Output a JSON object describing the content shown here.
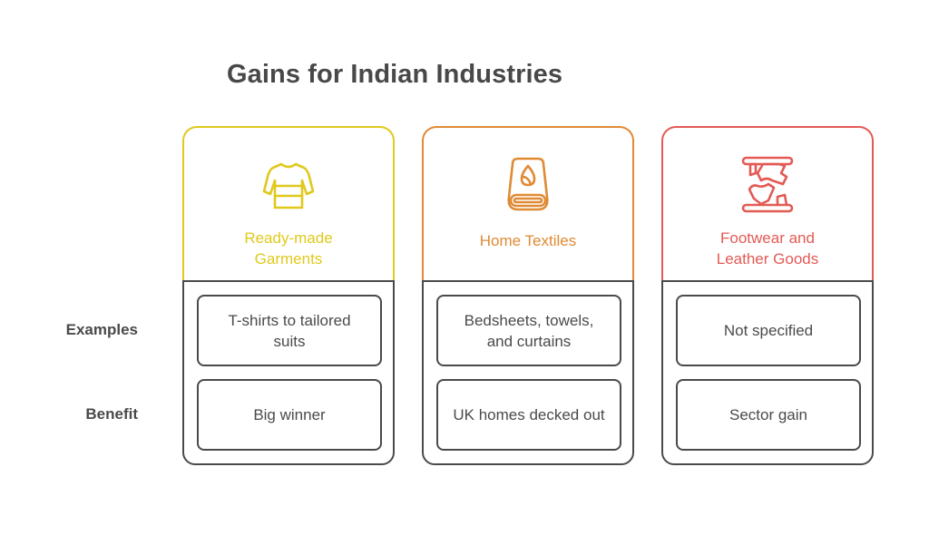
{
  "title": "Gains for Indian Industries",
  "row_labels": {
    "examples": "Examples",
    "benefit": "Benefit"
  },
  "colors": {
    "garments": "#e0c91c",
    "textiles": "#e08a34",
    "footwear": "#e35a55",
    "outline": "#4a4a4a",
    "text": "#4a4a4a"
  },
  "industries": [
    {
      "name": "Ready-made Garments",
      "name_line1": "Ready-made",
      "name_line2": "Garments",
      "icon": "shirt-icon",
      "examples": "T-shirts to tailored suits",
      "benefit": "Big winner"
    },
    {
      "name": "Home Textiles",
      "name_line1": "Home Textiles",
      "name_line2": "",
      "icon": "towel-icon",
      "examples": "Bedsheets, towels, and curtains",
      "benefit": "UK homes decked out"
    },
    {
      "name": "Footwear and Leather Goods",
      "name_line1": "Footwear and",
      "name_line2": "Leather Goods",
      "icon": "leather-press-icon",
      "examples": "Not specified",
      "benefit": "Sector gain"
    }
  ]
}
